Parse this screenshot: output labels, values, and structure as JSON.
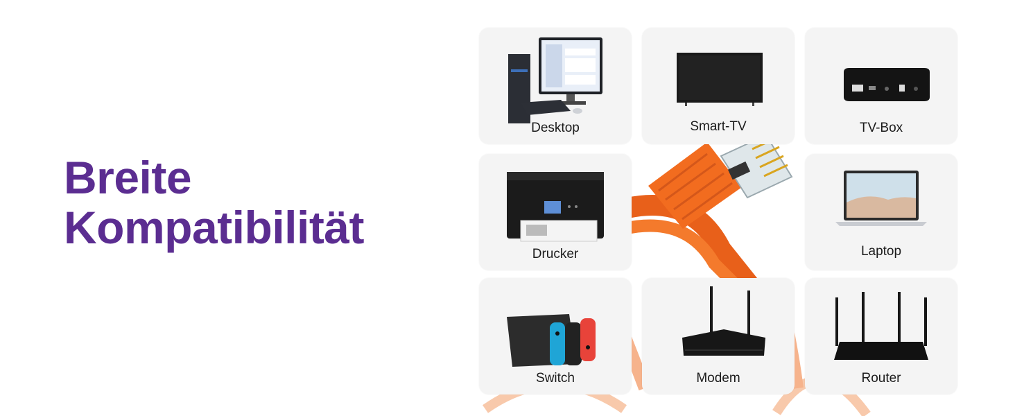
{
  "headline": {
    "line1": "Breite",
    "line2": "Kompatibilität"
  },
  "colors": {
    "headline": "#5b2d91",
    "cable": "#f26c1f",
    "card_bg": "#f4f4f4"
  },
  "devices": [
    {
      "label": "Desktop",
      "icon": "desktop-computer-icon"
    },
    {
      "label": "Smart-TV",
      "icon": "smart-tv-icon"
    },
    {
      "label": "TV-Box",
      "icon": "tv-box-icon"
    },
    {
      "label": "Drucker",
      "icon": "printer-icon"
    },
    {
      "label": "Laptop",
      "icon": "laptop-icon"
    },
    {
      "label": "Switch",
      "icon": "game-console-icon"
    },
    {
      "label": "Modem",
      "icon": "modem-icon"
    },
    {
      "label": "Router",
      "icon": "router-icon"
    }
  ]
}
